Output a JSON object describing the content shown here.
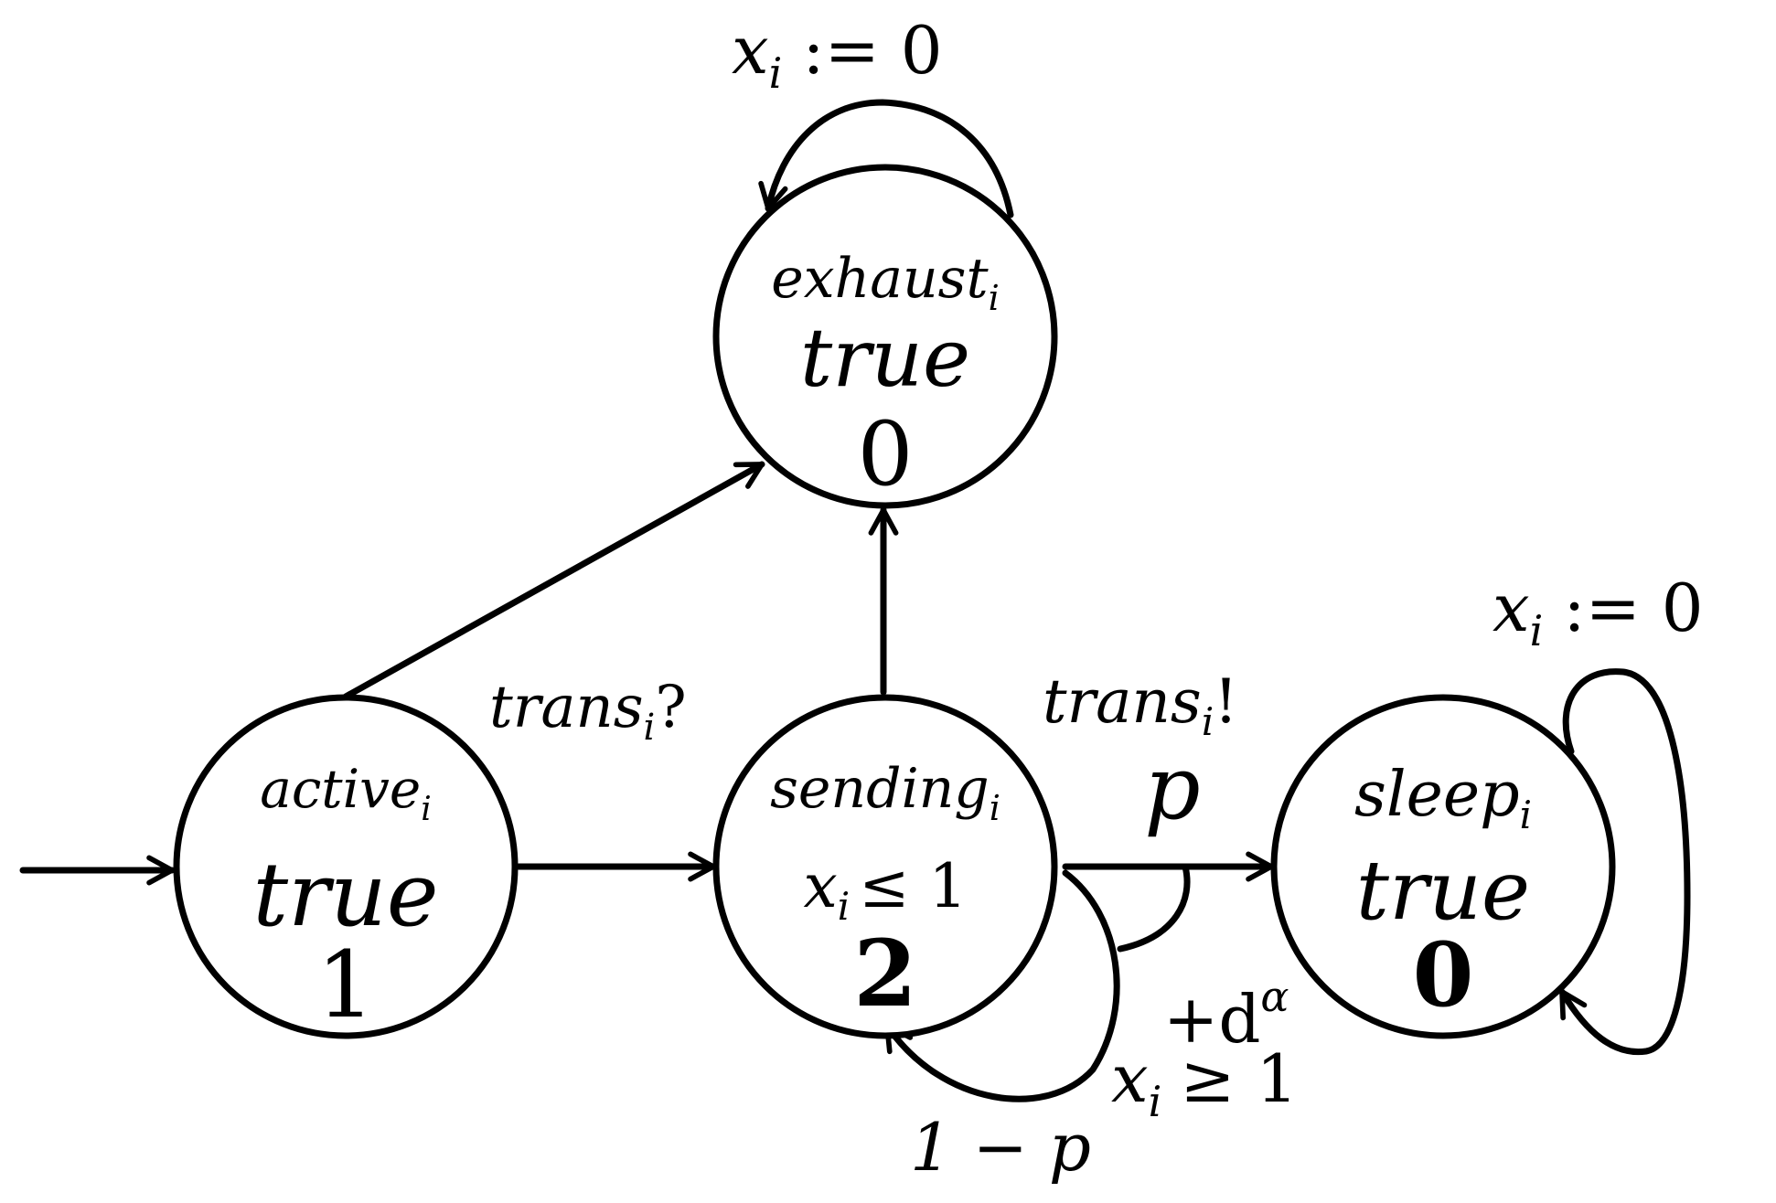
{
  "states": {
    "exhaust": {
      "name": "exhaust",
      "sub": "i",
      "invariant": "true",
      "reward": "0"
    },
    "active": {
      "name": "active",
      "sub": "i",
      "invariant": "true",
      "reward": "1"
    },
    "sending": {
      "name": "sending",
      "sub": "i",
      "inv_var": "x",
      "inv_sub": "i",
      "inv_op": "≤ 1",
      "reward": "2"
    },
    "sleep": {
      "name": "sleep",
      "sub": "i",
      "invariant": "true",
      "reward": "0"
    }
  },
  "labels": {
    "exhaust_reset": {
      "var": "x",
      "sub": "i",
      "op": ":= 0"
    },
    "sleep_reset": {
      "var": "x",
      "sub": "i",
      "op": ":= 0"
    },
    "trans_receive": {
      "name": "trans",
      "sub": "i",
      "suffix": "?"
    },
    "trans_send": {
      "name": "trans",
      "sub": "i",
      "suffix": "!"
    },
    "prob_p": "p",
    "prob_one_minus_p": "1 − p",
    "rate": {
      "prefix": "+d",
      "sup": "α"
    },
    "guard": {
      "var": "x",
      "sub": "i",
      "op": "≥ 1"
    }
  }
}
